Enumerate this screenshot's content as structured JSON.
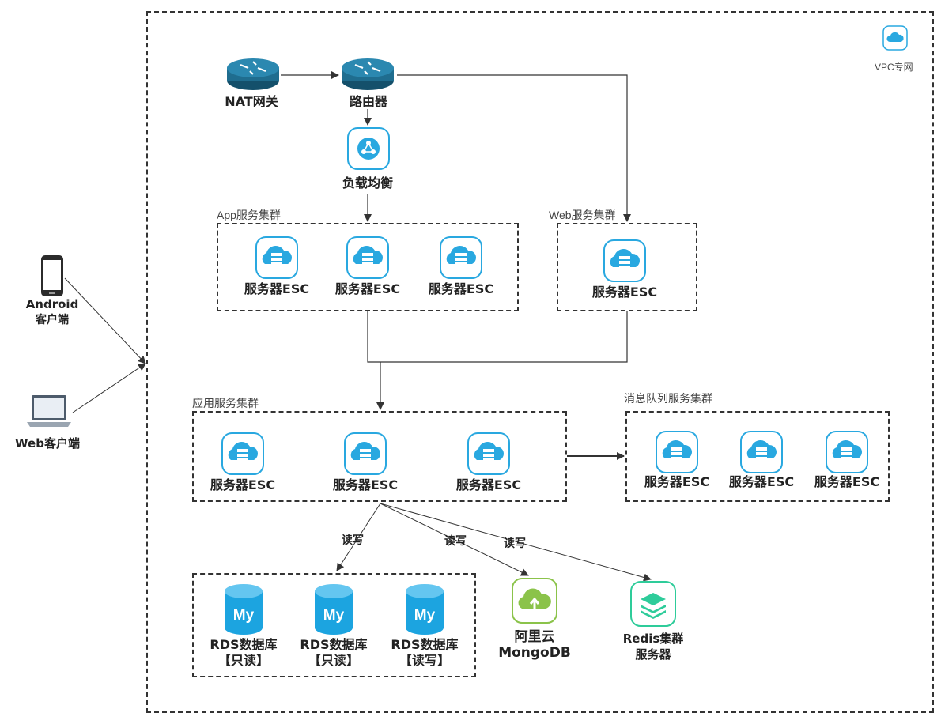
{
  "vpc": {
    "label": "VPC专网"
  },
  "clients": {
    "android": {
      "line1": "Android",
      "line2": "客户端"
    },
    "web": {
      "label": "Web客户端"
    }
  },
  "top": {
    "nat": "NAT网关",
    "router": "路由器",
    "lb": "负载均衡"
  },
  "groups": {
    "app": {
      "title": "App服务集群",
      "servers": [
        "服务器ESC",
        "服务器ESC",
        "服务器ESC"
      ]
    },
    "web": {
      "title": "Web服务集群",
      "servers": [
        "服务器ESC"
      ]
    },
    "apply": {
      "title": "应用服务集群",
      "servers": [
        "服务器ESC",
        "服务器ESC",
        "服务器ESC"
      ]
    },
    "mq": {
      "title": "消息队列服务集群",
      "servers": [
        "服务器ESC",
        "服务器ESC",
        "服务器ESC"
      ]
    }
  },
  "edges": {
    "rw1": "读写",
    "rw2": "读写",
    "rw3": "读写"
  },
  "databases": {
    "rds": [
      {
        "line1": "RDS数据库",
        "line2": "【只读】"
      },
      {
        "line1": "RDS数据库",
        "line2": "【只读】"
      },
      {
        "line1": "RDS数据库",
        "line2": "【读写】"
      }
    ],
    "mongo": {
      "line1": "阿里云",
      "line2": "MongoDB"
    },
    "redis": {
      "line1": "Redis集群",
      "line2": "服务器"
    }
  },
  "colors": {
    "accent": "#29a8e0",
    "mongo": "#8bc34a",
    "redis": "#2ecc9a",
    "router": "#1f6d8f"
  },
  "icons": {
    "server": "cloud-server-icon",
    "lb": "load-balancer-icon",
    "router": "router-icon",
    "phone": "phone-icon",
    "laptop": "laptop-icon",
    "db": "mysql-icon"
  }
}
